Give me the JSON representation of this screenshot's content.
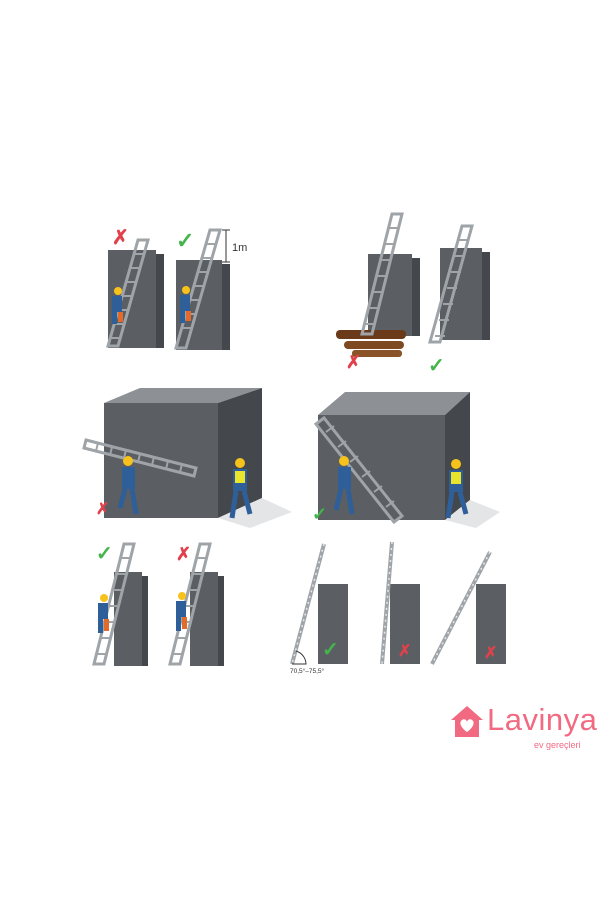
{
  "panels": {
    "height_note": "1m",
    "angle_note": "70,5°–75,5°"
  },
  "marks": {
    "wrong_symbol": "✗",
    "right_symbol": "✓",
    "wrong_color": "#e0414b",
    "right_color": "#43b54a"
  },
  "colors": {
    "block_front": "#5b5f63",
    "block_side": "#44474b",
    "block_top": "#8d9196",
    "ladder": "#9fa4a9",
    "hardhat": "#f6c21b",
    "overalls": "#2f5f98",
    "vest": "#e9e42c",
    "logs": "#6a3a1a"
  },
  "brand": {
    "name": "Lavinya",
    "tagline": "ev gereçleri",
    "color": "#f16a82",
    "icon": "house-heart-icon"
  }
}
